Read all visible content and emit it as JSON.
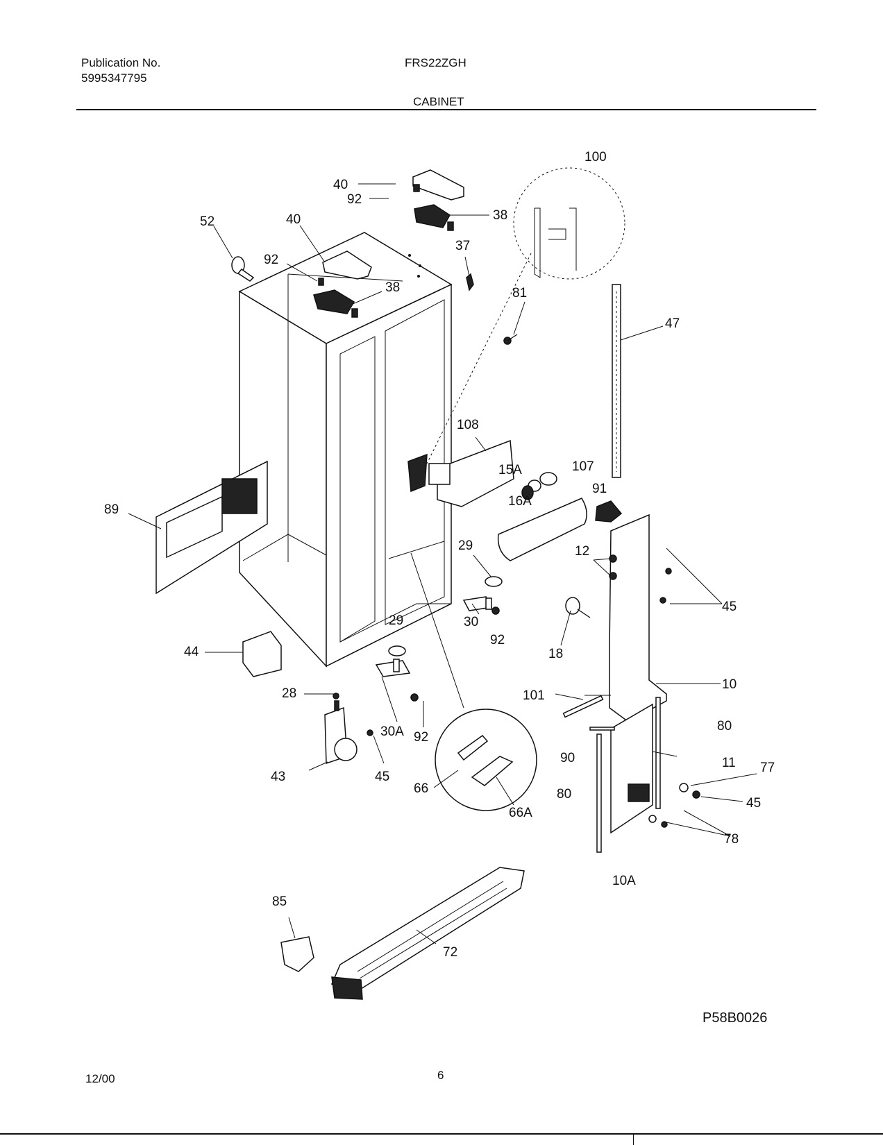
{
  "header": {
    "publication_label": "Publication No.",
    "publication_number": "5995347795",
    "model": "FRS22ZGH",
    "section": "CABINET"
  },
  "diagram_code": "P58B0026",
  "footer": {
    "date": "12/00",
    "page": "6"
  },
  "callouts": [
    "100",
    "40",
    "92",
    "38",
    "52",
    "40",
    "92",
    "38",
    "37",
    "81",
    "47",
    "108",
    "15A",
    "107",
    "16A",
    "91",
    "89",
    "29",
    "12",
    "45",
    "30",
    "92",
    "18",
    "29",
    "44",
    "10",
    "101",
    "28",
    "30A",
    "92",
    "80",
    "90",
    "11",
    "77",
    "43",
    "45",
    "66",
    "66A",
    "80",
    "45",
    "78",
    "10A",
    "85",
    "72"
  ]
}
